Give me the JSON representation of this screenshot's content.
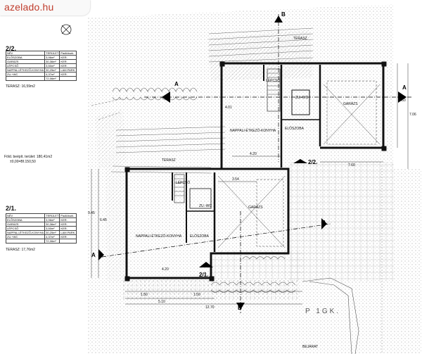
{
  "watermark": "azelado.hu",
  "unit_a": {
    "title": "2/2.",
    "headers": [
      "NÉV",
      "TERÜLET",
      "Padlóburk."
    ],
    "rows": [
      [
        "ELŐSZOBA",
        "3,96m²",
        "KER."
      ],
      [
        "GARÁZS",
        "30,36m²",
        "KER."
      ],
      [
        "LÉPCSŐ",
        "3,50m²",
        "KER."
      ],
      [
        "NAPPALI-ÉTKEZŐ-KONYHA",
        "30,25m²",
        "LAM.PARK."
      ],
      [
        "ZU.+WC",
        "4,37m²",
        "KER."
      ],
      [
        "",
        "72,06m²",
        ""
      ]
    ],
    "terrace": "TERASZ: 16,59m2"
  },
  "unit_b": {
    "title": "2/1.",
    "headers": [
      "NÉV",
      "TERÜLET",
      "Padlóburk."
    ],
    "rows": [
      [
        "ELŐSZOBA",
        "3,96m²",
        "KER."
      ],
      [
        "GARÁZS",
        "30,36m²",
        "KER."
      ],
      [
        "LÉPCSŐ",
        "3,50m²",
        "KER."
      ],
      [
        "NAPPALI-ÉTKEZŐ-KONYHA",
        "30,25m²",
        "LAM.PARK."
      ],
      [
        "ZU.+WC",
        "4,37m²",
        "KER."
      ],
      [
        "",
        "72,06m²",
        ""
      ]
    ],
    "terrace": "TERASZ: 17,76m2"
  },
  "built_area": "Föld. beépít. terület: 180,41m2",
  "level": "±0,00=Bf.150,50",
  "rooms": {
    "kitchen_a": "NAPPALI-ÉTKEZŐ-KONYHA",
    "kitchen_b": "NAPPALI-ÉTKEZŐ-KONYHA",
    "garage_a": "GARÁZS",
    "garage_b": "GARÁZS",
    "hall_a": "ELŐSZOBA",
    "hall_b": "ELŐSZOBA",
    "stair_a": "LÉPCSŐ",
    "stair_b": "LÉPCSŐ",
    "wc_a": "ZU.-WC",
    "wc_b": "ZU.-WC",
    "terrace_a": "TERASZ",
    "terrace_b": "TERASZ"
  },
  "section_labels": [
    "A",
    "A",
    "A",
    "A",
    "B",
    "B",
    "2/2.",
    "2/1."
  ],
  "dimensions": [
    "1.50",
    "5.10",
    "1.50",
    "12.70",
    "7.60",
    "7.06",
    "5.60",
    "4.20",
    "3.54",
    "6.45",
    "9.45",
    "4.01",
    "4.20"
  ],
  "parking_text": "P 1GK.",
  "street_text": "BEJÁRAT"
}
